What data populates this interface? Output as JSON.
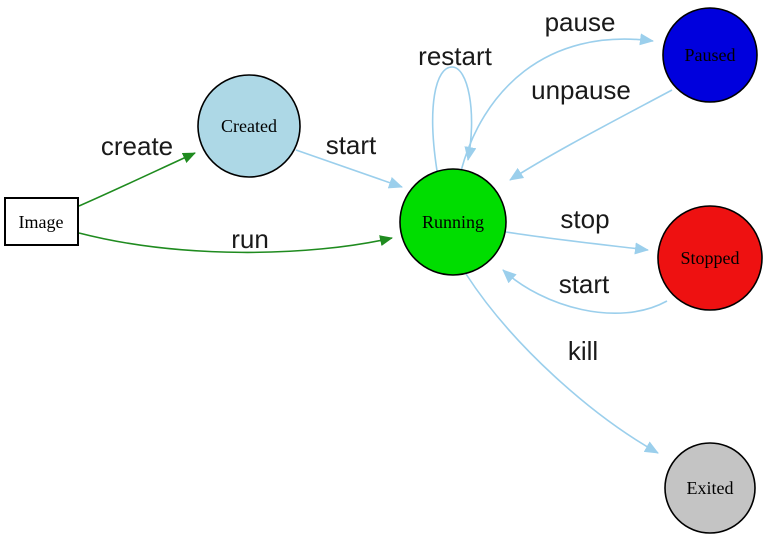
{
  "diagram": {
    "kind": "state-transition-diagram",
    "colors": {
      "background": "#ffffff",
      "edge_green": "#1f8b1f",
      "edge_blue": "#9bcfec",
      "node_border": "#000000",
      "image_border": "#3333cc"
    },
    "nodes": {
      "image": {
        "label": "Image",
        "shape": "rect",
        "color": "#ffffff"
      },
      "created": {
        "label": "Created",
        "shape": "circle",
        "color": "#add8e6"
      },
      "running": {
        "label": "Running",
        "shape": "circle",
        "color": "#00dd00"
      },
      "paused": {
        "label": "Paused",
        "shape": "circle",
        "color": "#0000dd"
      },
      "stopped": {
        "label": "Stopped",
        "shape": "circle",
        "color": "#ee1111"
      },
      "exited": {
        "label": "Exited",
        "shape": "circle",
        "color": "#c4c4c4"
      }
    },
    "edges": {
      "create": {
        "label": "create",
        "from": "image",
        "to": "created",
        "color_role": "edge_green"
      },
      "run": {
        "label": "run",
        "from": "image",
        "to": "running",
        "color_role": "edge_green"
      },
      "start_created": {
        "label": "start",
        "from": "created",
        "to": "running",
        "color_role": "edge_blue"
      },
      "restart": {
        "label": "restart",
        "from": "running",
        "to": "running",
        "color_role": "edge_blue"
      },
      "pause": {
        "label": "pause",
        "from": "running",
        "to": "paused",
        "color_role": "edge_blue"
      },
      "unpause": {
        "label": "unpause",
        "from": "paused",
        "to": "running",
        "color_role": "edge_blue"
      },
      "stop": {
        "label": "stop",
        "from": "running",
        "to": "stopped",
        "color_role": "edge_blue"
      },
      "start_stopped": {
        "label": "start",
        "from": "stopped",
        "to": "running",
        "color_role": "edge_blue"
      },
      "kill": {
        "label": "kill",
        "from": "running",
        "to": "exited",
        "color_role": "edge_blue"
      }
    }
  }
}
